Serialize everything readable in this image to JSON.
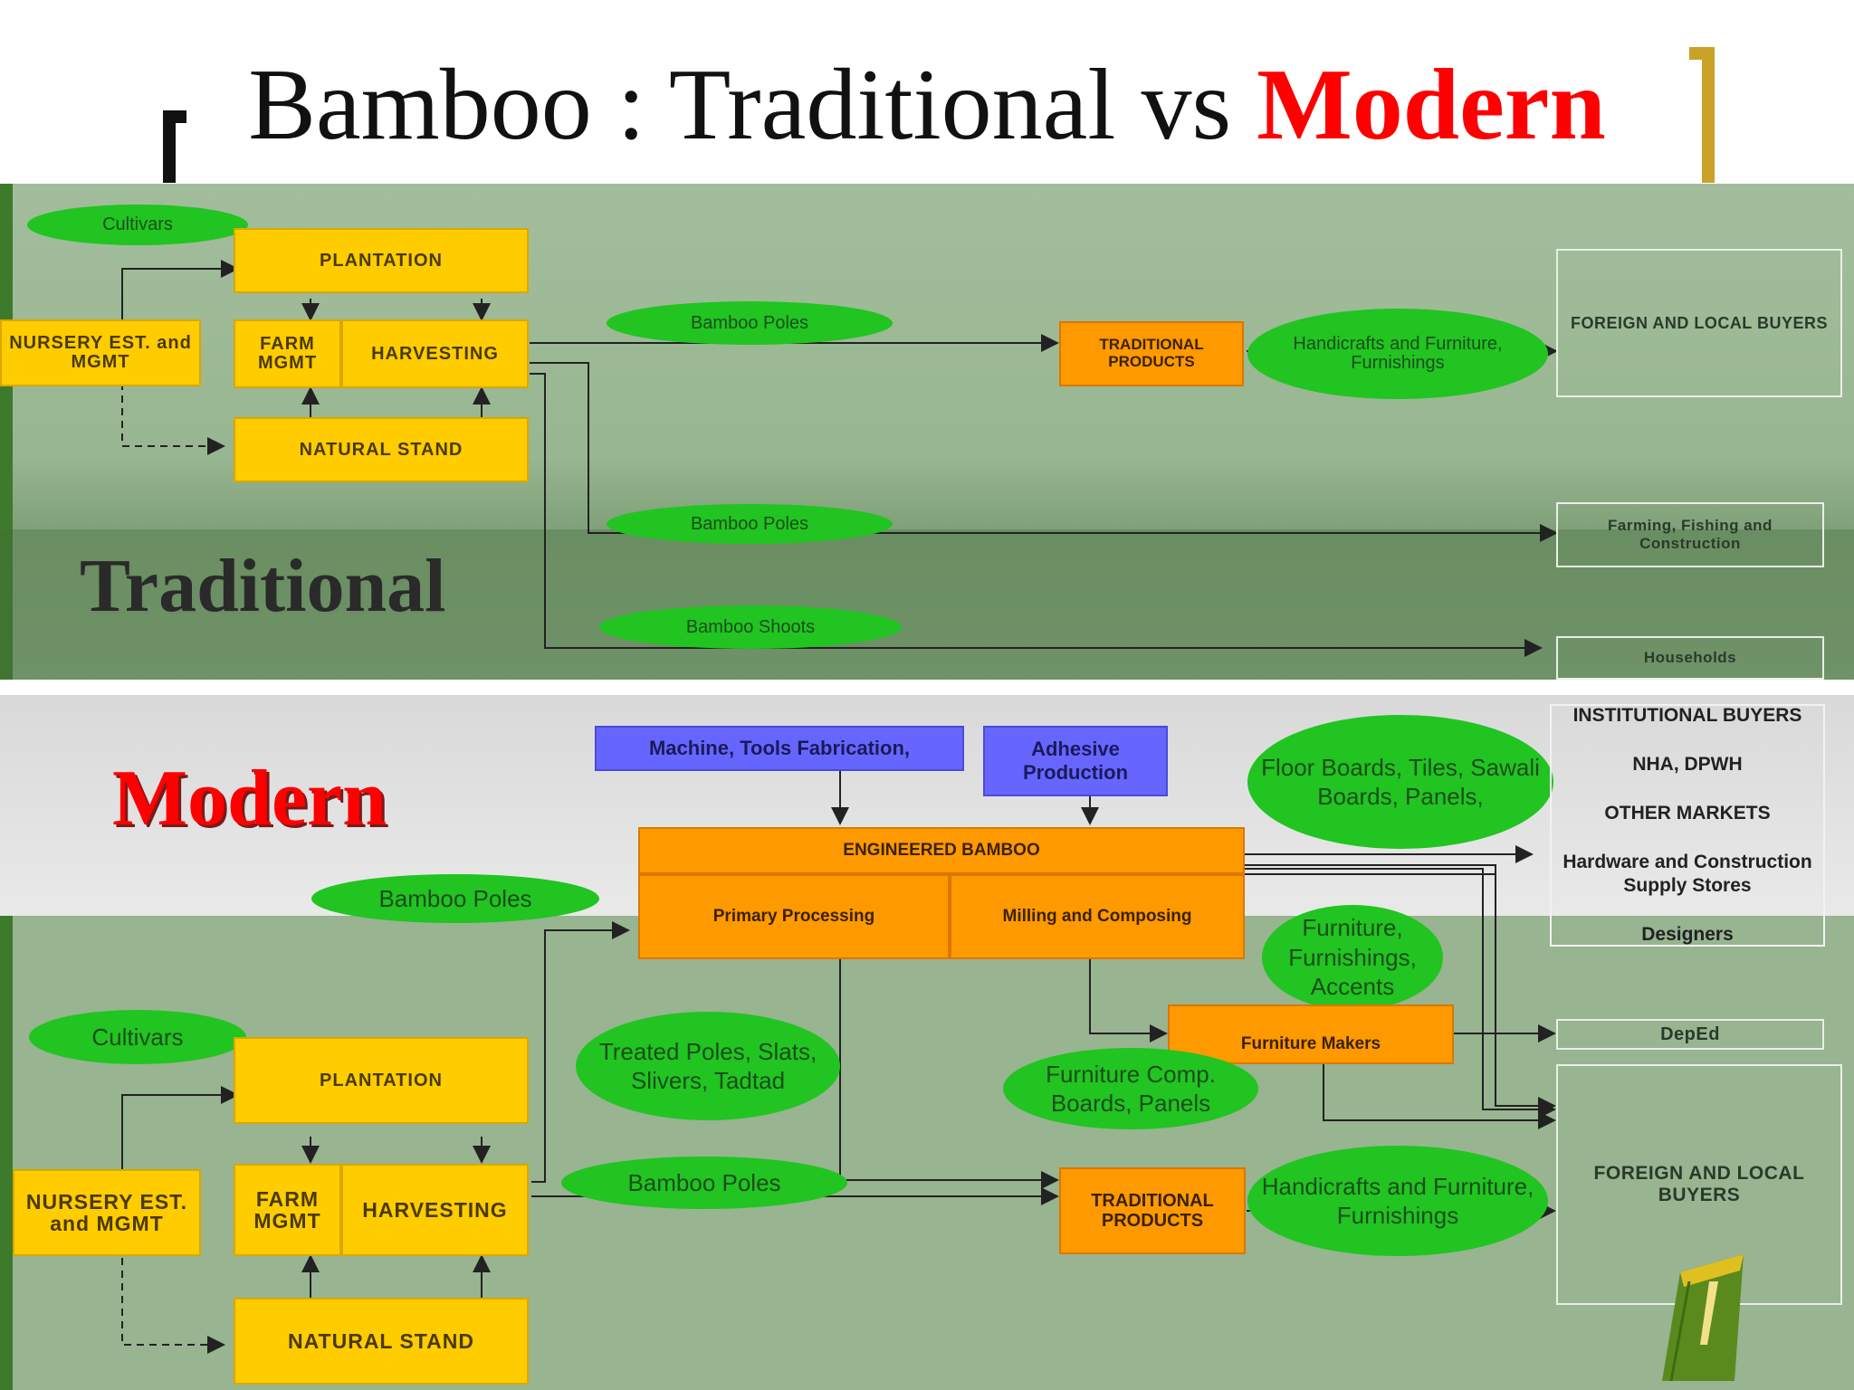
{
  "title": {
    "prefix": "Bamboo : Traditional vs ",
    "accent": "Modern"
  },
  "traditional": {
    "label": "Traditional",
    "cultivars": "Cultivars",
    "plantation": "PLANTATION",
    "nursery": "NURSERY EST. and MGMT",
    "farm_mgmt": "FARM MGMT",
    "harvesting": "HARVESTING",
    "natural_stand": "NATURAL STAND",
    "bamboo_poles_1": "Bamboo Poles",
    "bamboo_poles_2": "Bamboo Poles",
    "bamboo_shoots": "Bamboo Shoots",
    "traditional_products": "TRADITIONAL PRODUCTS",
    "handicrafts": "Handicrafts and Furniture, Furnishings",
    "foreign_local": "FOREIGN AND LOCAL BUYERS",
    "farming": "Farming, Fishing and Construction",
    "households": "Households"
  },
  "modern": {
    "label": "Modern",
    "machine": "Machine, Tools Fabrication,",
    "adhesive": "Adhesive Production",
    "engineered": "ENGINEERED BAMBOO",
    "primary": "Primary Processing",
    "milling": "Milling and Composing",
    "floor_boards": "Floor Boards, Tiles, Sawali Boards, Panels,",
    "bamboo_poles_top": "Bamboo Poles",
    "furniture_acc": "Furniture, Furnishings, Accents",
    "treated_poles": "Treated Poles, Slats, Slivers, Tadtad",
    "furniture_makers": "Furniture Makers",
    "furniture_comp": "Furniture Comp. Boards, Panels",
    "cultivars": "Cultivars",
    "plantation": "PLANTATION",
    "nursery": "NURSERY EST. and MGMT",
    "farm_mgmt": "FARM MGMT",
    "harvesting": "HARVESTING",
    "natural_stand": "NATURAL STAND",
    "bamboo_poles_bottom": "Bamboo Poles",
    "traditional_products": "TRADITIONAL PRODUCTS",
    "handicrafts": "Handicrafts and Furniture, Furnishings",
    "institutional": "INSTITUTIONAL BUYERS",
    "nha": "NHA, DPWH",
    "other_markets": "OTHER MARKETS",
    "hardware": "Hardware and Construction Supply Stores",
    "designers": "Designers",
    "deped": "DepEd",
    "foreign_local": "FOREIGN AND LOCAL BUYERS"
  },
  "colors": {
    "accent": "#ff0000",
    "yellow_box": "#ffcc00",
    "orange_box": "#ff9900",
    "blue_box": "#6666ff",
    "green_ellipse": "#21c421",
    "bracket_gold": "#c9a227"
  }
}
